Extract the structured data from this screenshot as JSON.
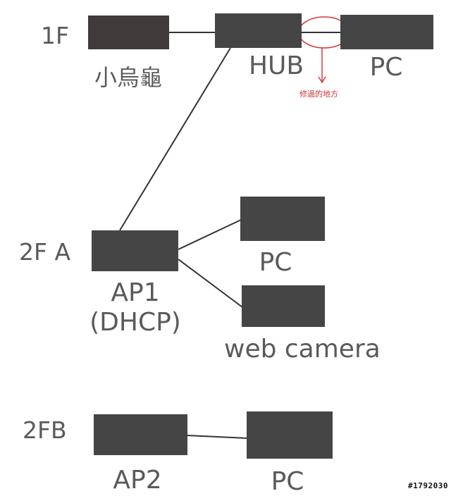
{
  "floors": {
    "f1": "1F",
    "f2a": "2F A",
    "f2b": "2FB"
  },
  "nodes": {
    "turtle": "小烏龜",
    "hub": "HUB",
    "pc_1f": "PC",
    "ap1_line1": "AP1",
    "ap1_line2": "(DHCP)",
    "pc_2fa": "PC",
    "webcam": "web camera",
    "ap2": "AP2",
    "pc_2fb": "PC"
  },
  "annotation": {
    "note": "修過的地方"
  },
  "watermark": "#1792030",
  "colors": {
    "box": "#454545",
    "label": "#5a5a5a",
    "line": "#333333",
    "annotation": "#c9353a"
  }
}
